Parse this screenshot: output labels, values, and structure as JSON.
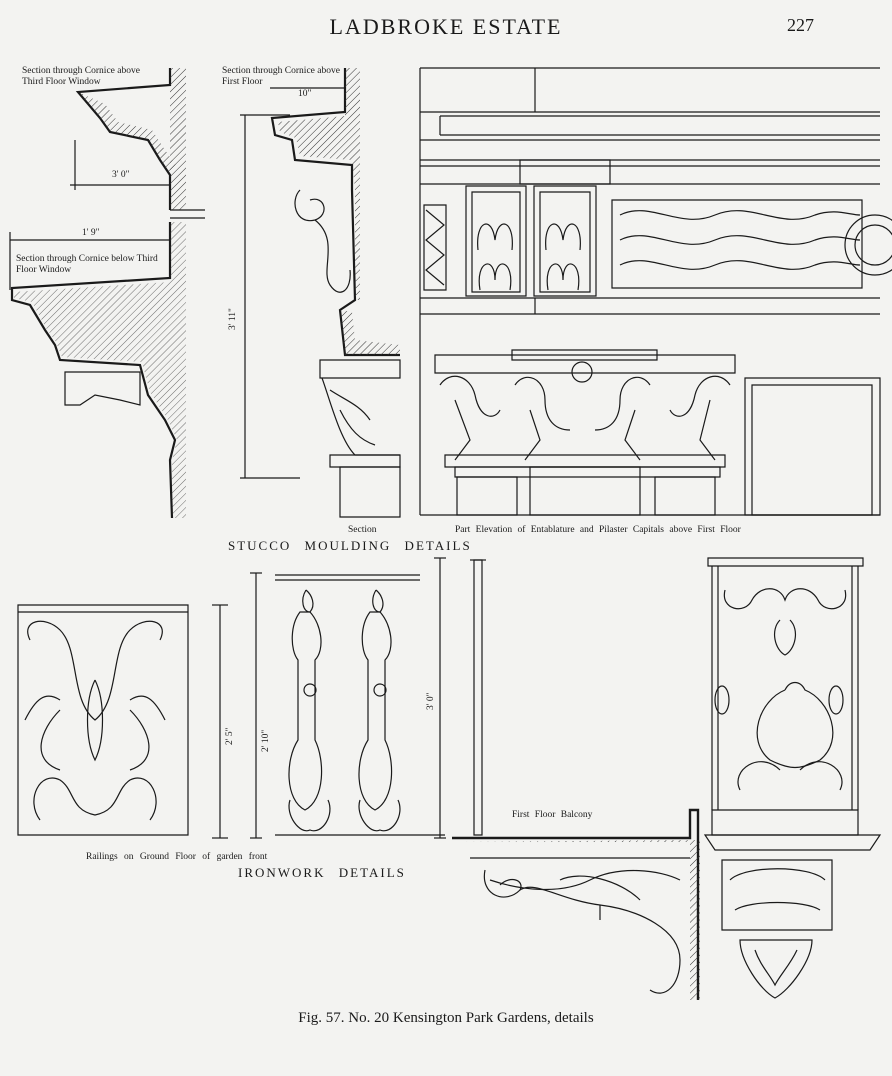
{
  "header": {
    "title": "LADBROKE ESTATE",
    "page_number": "227"
  },
  "stucco": {
    "label_cornice_third": "Section through Cornice above Third Floor Window",
    "label_cornice_first": "Section through Cornice above First Floor",
    "label_cornice_below": "Section through Cornice below Third Floor Window",
    "dim_10": "10\"",
    "dim_3_0": "3' 0\"",
    "dim_1_9": "1' 9\"",
    "dim_3_11": "3' 11\"",
    "label_section": "Section",
    "label_part_elevation": "Part Elevation of Entablature and Pilaster Capitals above First Floor",
    "heading": "STUCCO MOULDING DETAILS"
  },
  "ironwork": {
    "dim_2_5": "2' 5\"",
    "dim_2_10": "2' 10\"",
    "dim_3_0": "3' 0\"",
    "label_balcony": "First Floor Balcony",
    "label_railings": "Railings on Ground Floor of garden front",
    "heading": "IRONWORK DETAILS"
  },
  "figure": {
    "caption": "Fig. 57. No. 20 Kensington Park Gardens, details"
  }
}
